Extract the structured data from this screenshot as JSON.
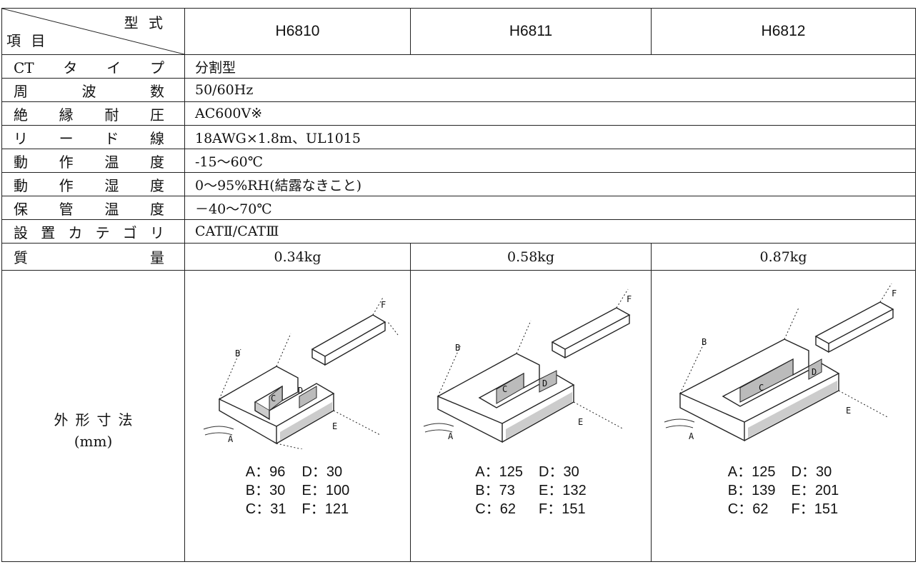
{
  "header": {
    "corner_top": "型 式",
    "corner_bottom": "項 目",
    "models": [
      "H6810",
      "H6811",
      "H6812"
    ]
  },
  "rows": [
    {
      "label": "CTタイプ",
      "value": "分割型"
    },
    {
      "label": "周波数",
      "value": "50/60Hz"
    },
    {
      "label": "絶縁耐圧",
      "value": "AC600V※"
    },
    {
      "label": "リード線",
      "value": "18AWG×1.8m、UL1015"
    },
    {
      "label": "動作温度",
      "value": "-15～60℃"
    },
    {
      "label": "動作湿度",
      "value": "0～95%RH(結露なきこと)"
    },
    {
      "label": "保管温度",
      "value": "－40～70℃"
    },
    {
      "label": "設置カテゴリ",
      "value": "CATⅡ/CATⅢ"
    }
  ],
  "mass": {
    "label": "質量",
    "values": [
      "0.34kg",
      "0.58kg",
      "0.87kg"
    ]
  },
  "dimensions": {
    "label_line1": "外形寸法",
    "label_line2": "(mm)",
    "figure_letters": [
      "A",
      "B",
      "C",
      "D",
      "E",
      "F"
    ],
    "models": [
      {
        "dims": [
          "A：96",
          "D：30",
          "B：30",
          "E：100",
          "C：31",
          "F：121"
        ]
      },
      {
        "dims": [
          "A：125",
          "D：30",
          "B：73",
          "E：132",
          "C：62",
          "F：151"
        ]
      },
      {
        "dims": [
          "A：125",
          "D：30",
          "B：139",
          "E：201",
          "C：62",
          "F：151"
        ]
      }
    ]
  }
}
